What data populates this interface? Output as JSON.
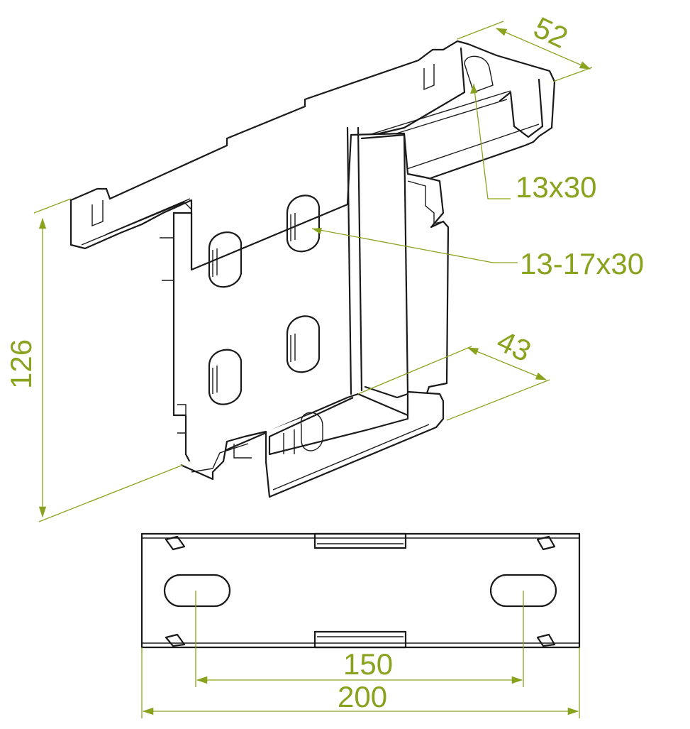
{
  "dimensions": {
    "width_top": "52",
    "slot_top": "13x30",
    "slot_side": "13-17x30",
    "depth": "43",
    "height": "126",
    "hole_spacing": "150",
    "overall_width": "200"
  },
  "colors": {
    "dimension": "#8aa31f",
    "outline": "#1a1a1a"
  }
}
